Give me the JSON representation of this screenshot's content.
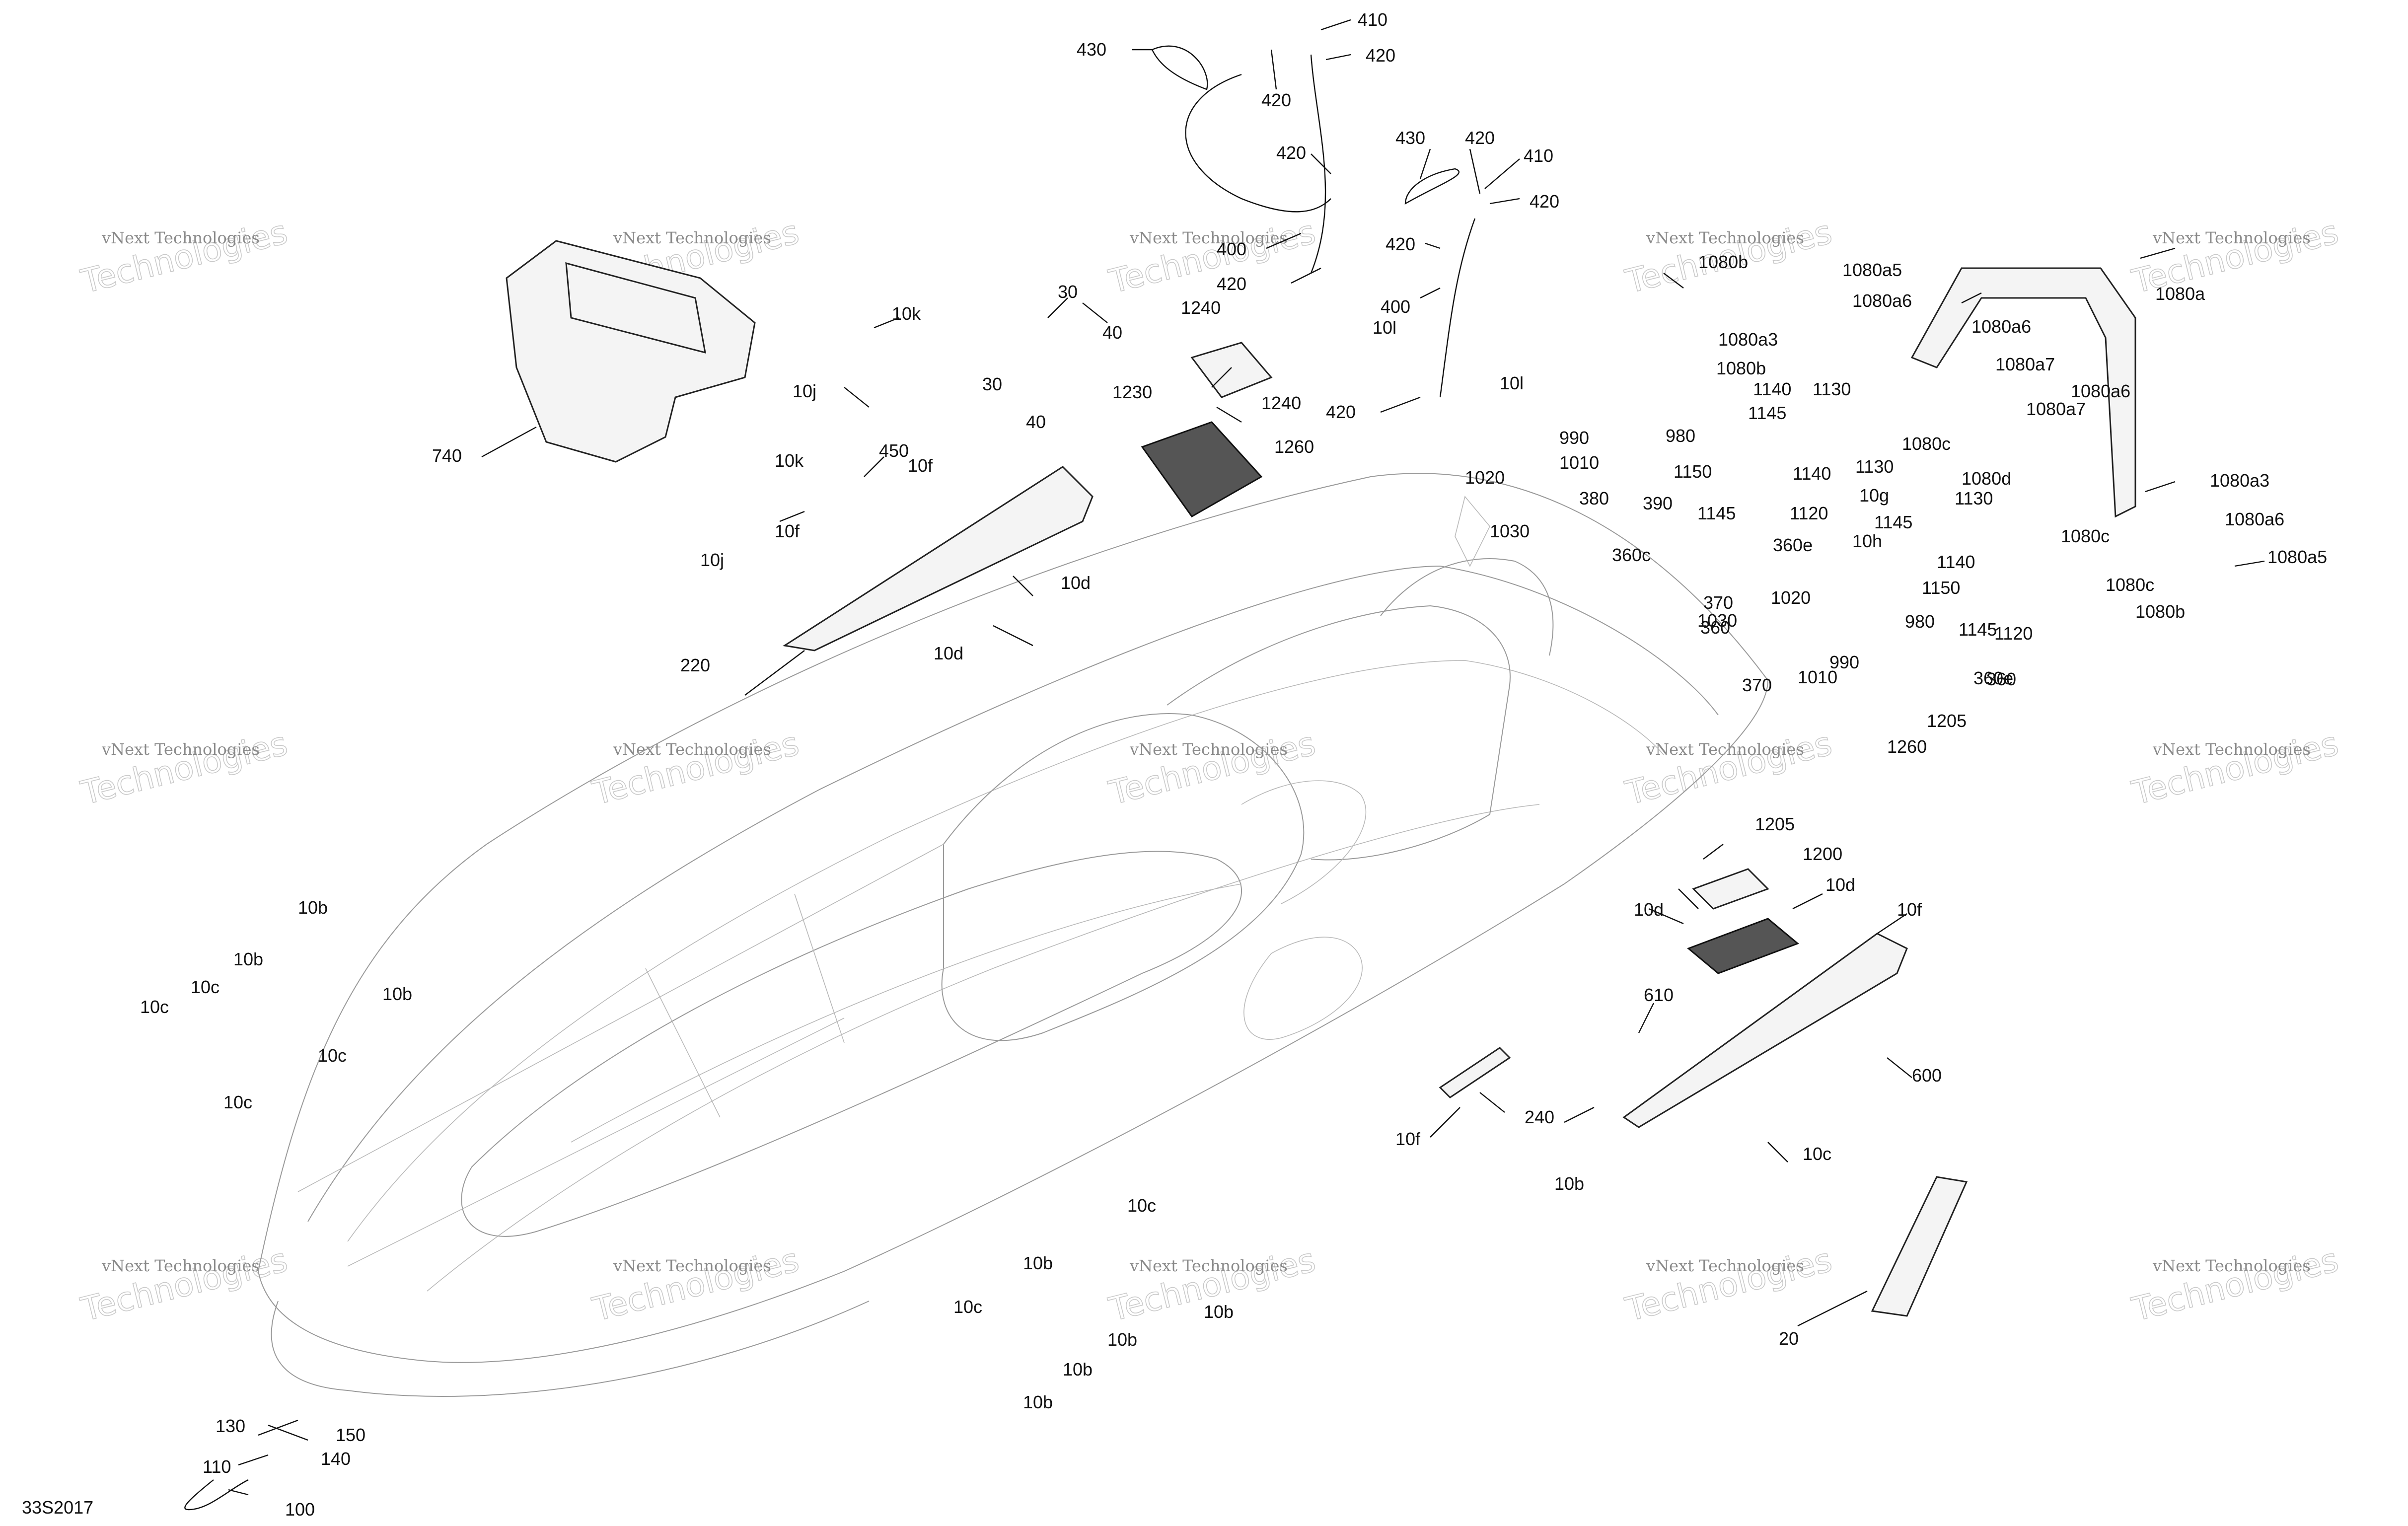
{
  "diagram": {
    "code": "33S2017",
    "watermark": {
      "line1": "vNext Technologies",
      "line2": "Technologies",
      "rows": [
        "r1",
        "r1",
        "r1",
        "r1",
        "r1",
        "r2",
        "r2",
        "r2",
        "r2",
        "r2",
        "r3",
        "r3",
        "r3",
        "r3",
        "r3"
      ]
    },
    "callouts": [
      "430",
      "410",
      "420",
      "420",
      "420",
      "400",
      "420",
      "430",
      "420",
      "410",
      "420",
      "420",
      "400",
      "420",
      "30",
      "40",
      "10k",
      "10j",
      "30",
      "40",
      "450",
      "10f",
      "10k",
      "10j",
      "10f",
      "10d",
      "10d",
      "220",
      "740",
      "1240",
      "1240",
      "10l",
      "1230",
      "1260",
      "10l",
      "990",
      "980",
      "1010",
      "1020",
      "380",
      "390",
      "1030",
      "360c",
      "1080b",
      "1080a5",
      "1080a6",
      "1080a",
      "1080a3",
      "1080a6",
      "1080b",
      "1130",
      "1080a7",
      "1080a6",
      "1140",
      "1145",
      "1130",
      "1080c",
      "1080a7",
      "1140",
      "1150",
      "1080d",
      "1145",
      "1120",
      "10g",
      "1080c",
      "1080a3",
      "1130",
      "10h",
      "1145",
      "1080a6",
      "360e",
      "1140",
      "1150",
      "1080c",
      "1080a5",
      "1080b",
      "370",
      "360",
      "1020",
      "980",
      "1145",
      "1120",
      "1030",
      "990",
      "1010",
      "360e",
      "370",
      "360",
      "1205",
      "1260",
      "1205",
      "1200",
      "10d",
      "10d",
      "10f",
      "610",
      "600",
      "240",
      "10f",
      "10b",
      "10c",
      "10b",
      "10b",
      "10b",
      "10c",
      "10c",
      "10c",
      "10c",
      "10c",
      "10b",
      "10c",
      "10b",
      "10b",
      "10b",
      "10b",
      "20",
      "130",
      "150",
      "140",
      "110",
      "100"
    ]
  }
}
